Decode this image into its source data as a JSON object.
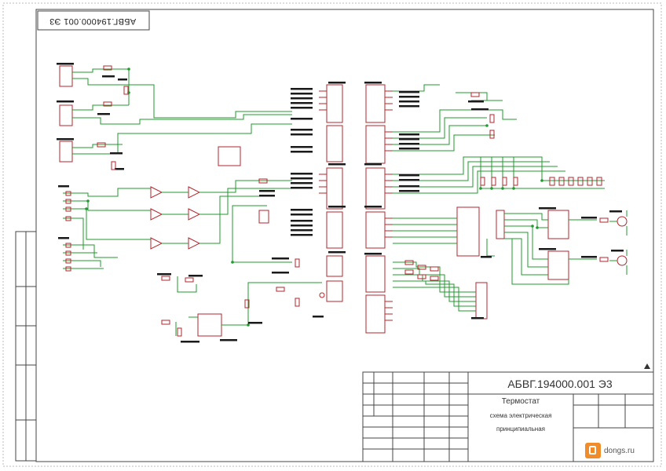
{
  "drawing": {
    "stamp_code_rotated": "АБВГ.194000.001 Э3",
    "title_block": {
      "doc_code": "АБВГ.194000.001 Э3",
      "name": "Термостат",
      "subtitle_line1": "схема электрическая",
      "subtitle_line2": "принципиальная"
    }
  },
  "watermark": {
    "logo_icon": "ngs-logo-icon",
    "text": "dongs.ru",
    "brand_color": "#f28c28"
  },
  "colors": {
    "frame": "#444444",
    "wire": "#1f9a2e",
    "component": "#b3262e",
    "label_bar": "#1a1a1a"
  }
}
